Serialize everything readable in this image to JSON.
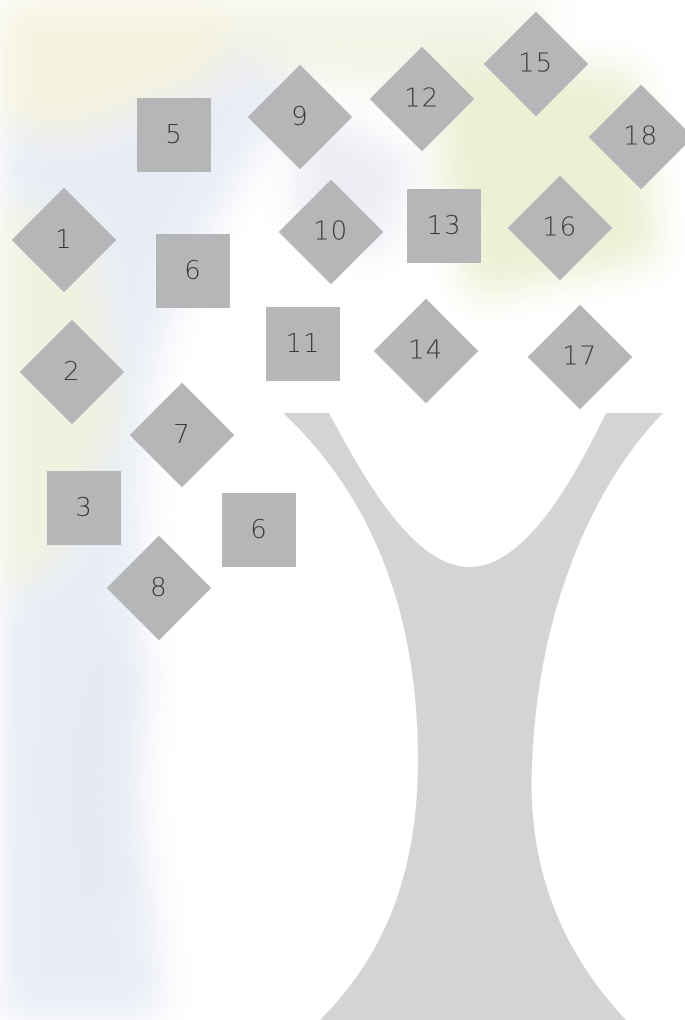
{
  "tiles": [
    {
      "label": "1",
      "shape": "diamond"
    },
    {
      "label": "2",
      "shape": "diamond"
    },
    {
      "label": "3",
      "shape": "square"
    },
    {
      "label": "5",
      "shape": "square"
    },
    {
      "label": "6",
      "shape": "square"
    },
    {
      "label": "7",
      "shape": "diamond"
    },
    {
      "label": "6",
      "shape": "square"
    },
    {
      "label": "8",
      "shape": "diamond"
    },
    {
      "label": "9",
      "shape": "diamond"
    },
    {
      "label": "10",
      "shape": "diamond"
    },
    {
      "label": "11",
      "shape": "square"
    },
    {
      "label": "12",
      "shape": "diamond"
    },
    {
      "label": "13",
      "shape": "square"
    },
    {
      "label": "14",
      "shape": "diamond"
    },
    {
      "label": "15",
      "shape": "diamond"
    },
    {
      "label": "16",
      "shape": "diamond"
    },
    {
      "label": "17",
      "shape": "diamond"
    },
    {
      "label": "18",
      "shape": "diamond"
    }
  ],
  "colors": {
    "tile": "#b5b6b8",
    "trunk": "#d3d4d6",
    "label": "#3a3a3a"
  }
}
